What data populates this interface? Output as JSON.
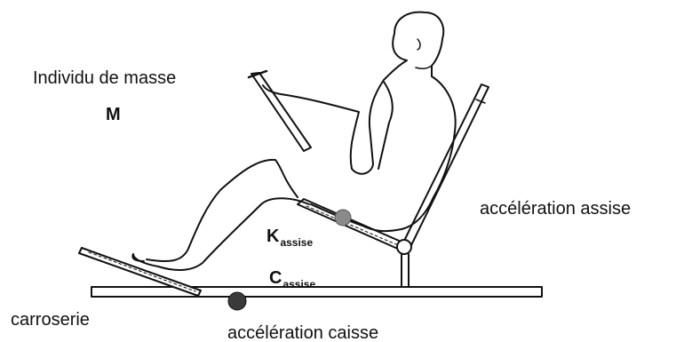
{
  "labels": {
    "person_line1": "Individu de masse",
    "person_line2": "M",
    "seat_acceleration": "accélération assise",
    "seat_stiffness": {
      "symbol": "K",
      "subscript": "assise"
    },
    "seat_damping": {
      "symbol": "C",
      "subscript": "assise"
    },
    "body": "carroserie",
    "body_acceleration": "accélération caisse"
  },
  "colors": {
    "ink": "#111111",
    "sensor_marker": "#8a8a8a",
    "body_sensor_marker": "#3a3a3a"
  }
}
